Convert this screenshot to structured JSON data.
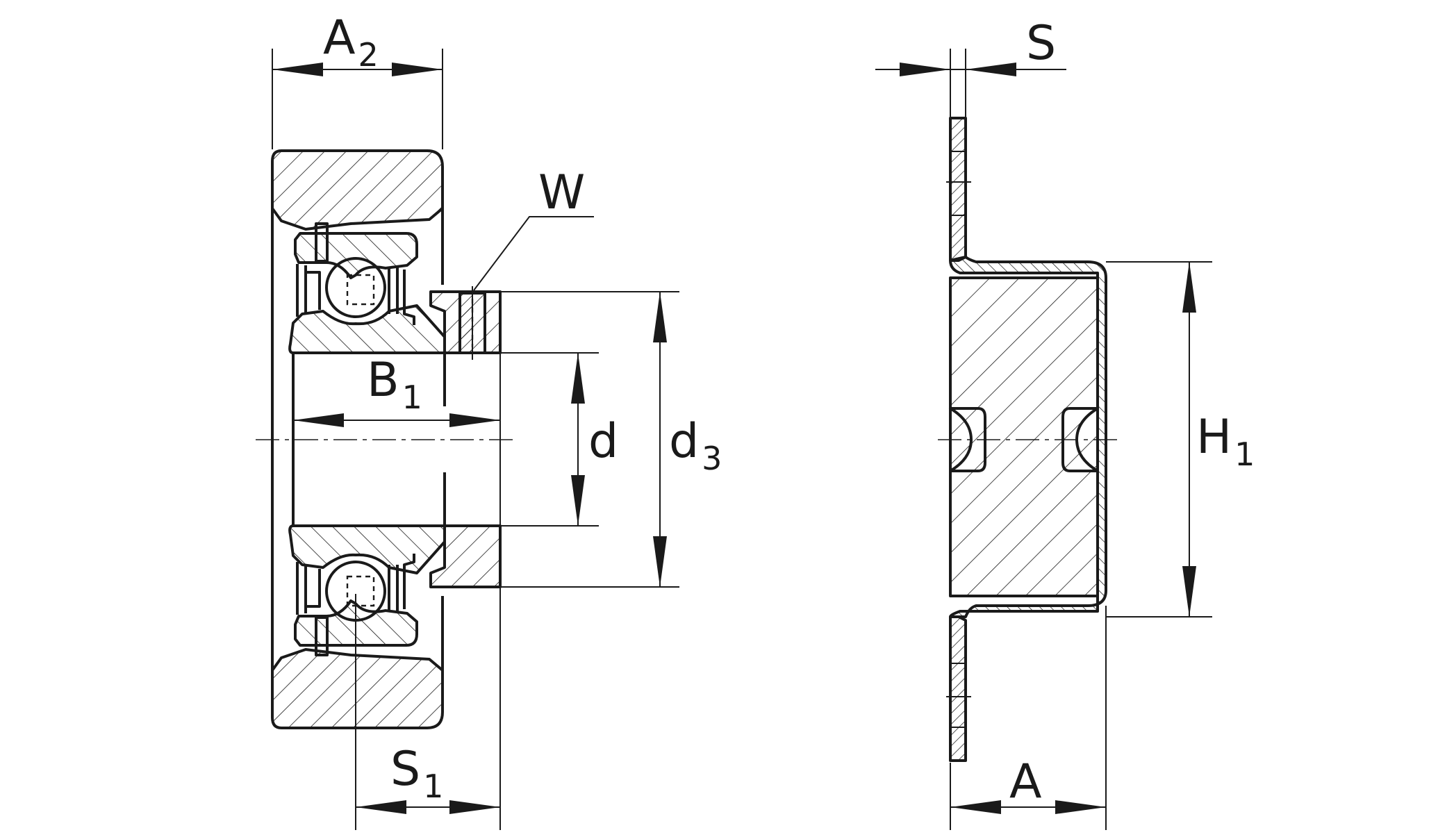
{
  "drawing": {
    "labels": {
      "A2": {
        "main": "A",
        "sub": "2"
      },
      "W": {
        "main": "W"
      },
      "B1": {
        "main": "B",
        "sub": "1"
      },
      "d": {
        "main": "d"
      },
      "d3": {
        "main": "d",
        "sub": "3"
      },
      "S1": {
        "main": "S",
        "sub": "1"
      },
      "S": {
        "main": "S"
      },
      "H1": {
        "main": "H",
        "sub": "1"
      },
      "A": {
        "main": "A"
      }
    }
  }
}
